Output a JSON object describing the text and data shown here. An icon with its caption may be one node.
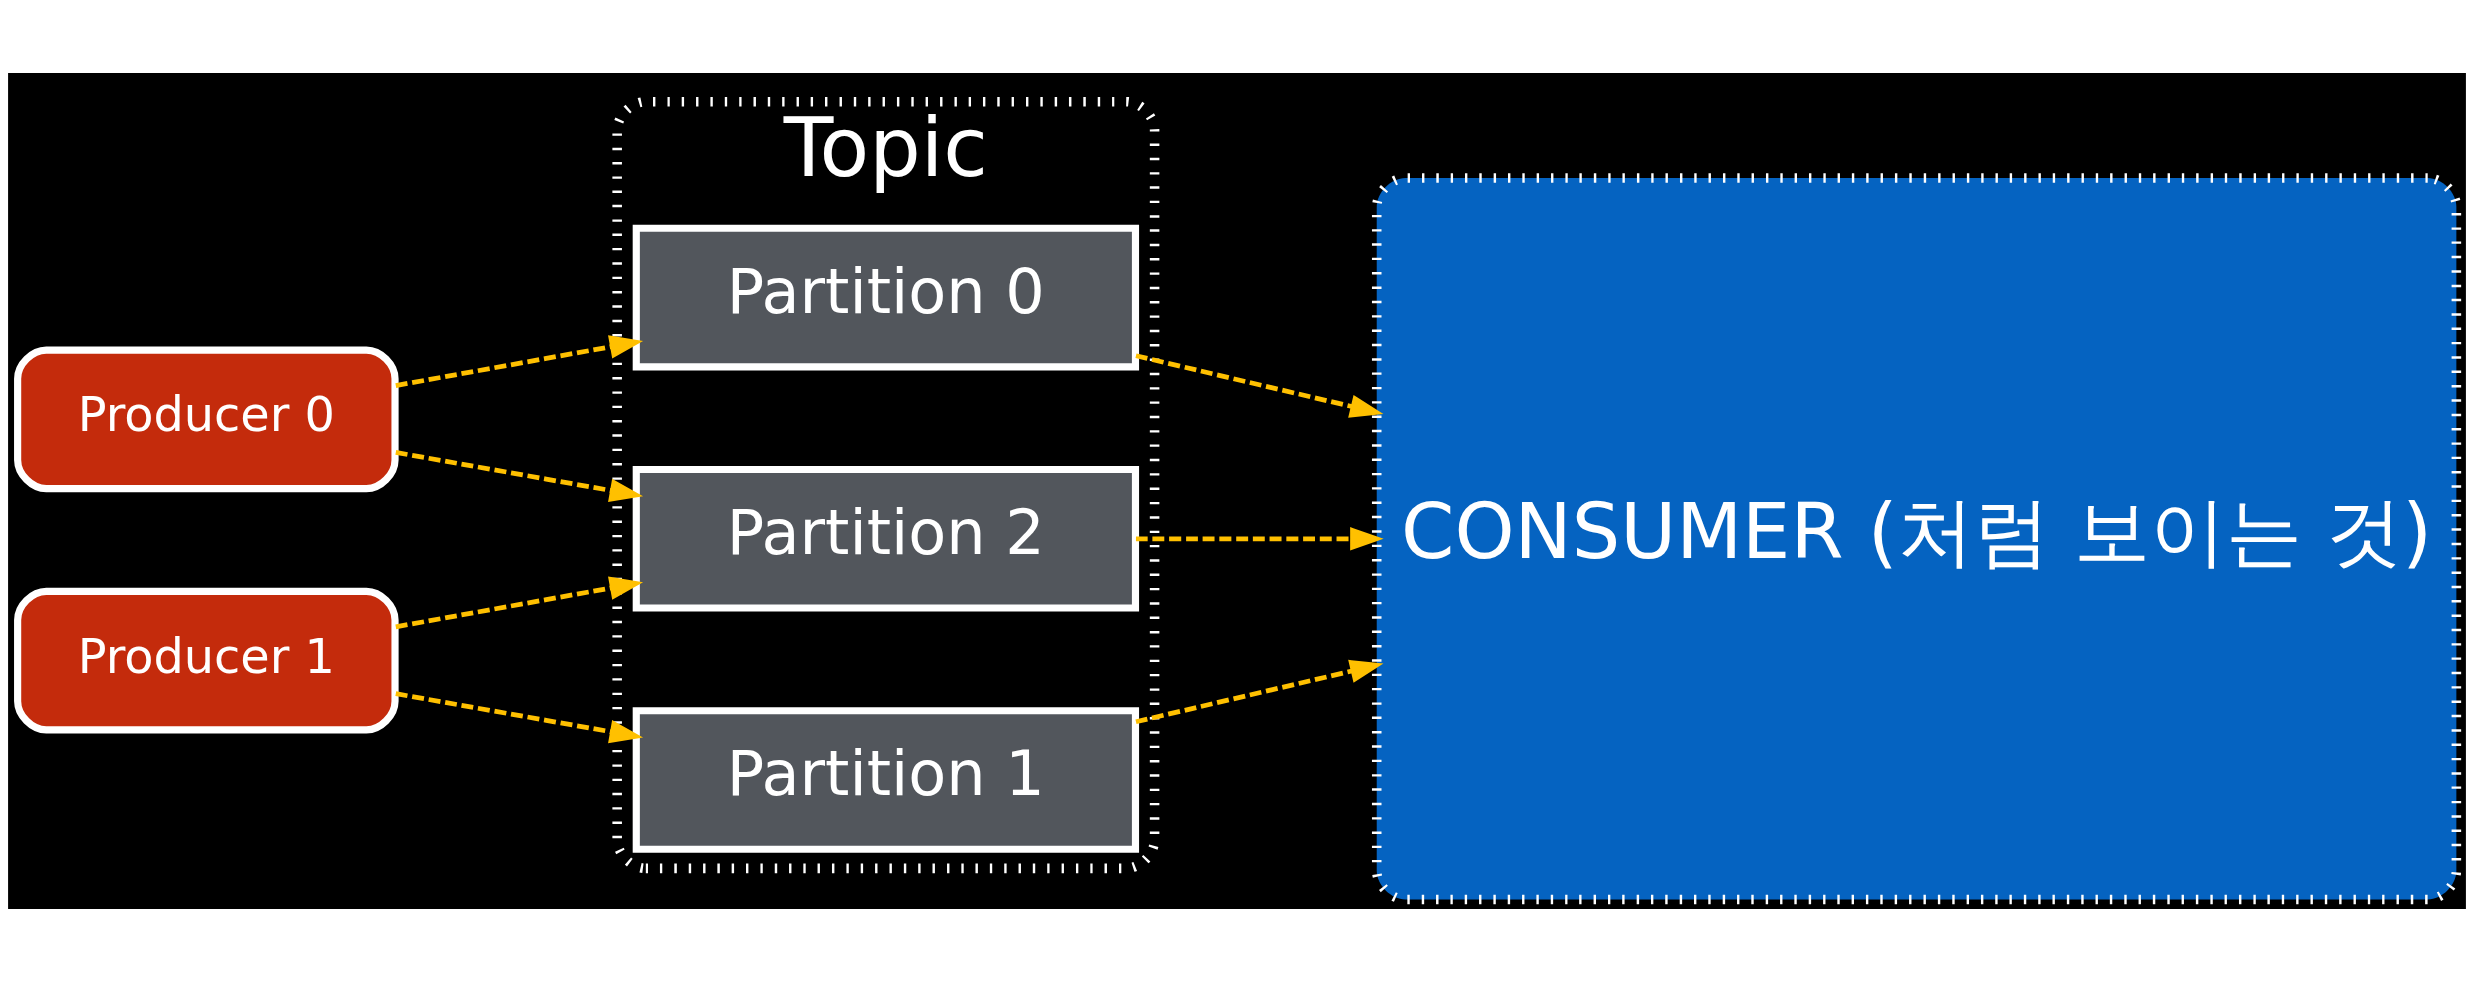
{
  "diagram": {
    "nodes": [
      {
        "text": [
          "Producer 0"
        ]
      },
      {
        "text": [
          "Producer 1"
        ]
      },
      {
        "text": [
          "Topic"
        ]
      },
      {
        "text": [
          "Partition 0"
        ],
        "in": 2
      },
      {
        "text": [
          "Partition 1"
        ],
        "in": 2
      },
      {
        "text": [
          "Partition 2"
        ],
        "in": 2
      },
      {
        "text": [
          "CONSUMER (처럼 보이는 것)"
        ]
      }
    ],
    "edges": [
      {
        "from": 0,
        "to": 3,
        "arrow": "to",
        "style": "dashed"
      },
      {
        "from": 0,
        "to": 5,
        "arrow": "to",
        "style": "dashed"
      },
      {
        "from": 1,
        "to": 4,
        "arrow": "to",
        "style": "dashed"
      },
      {
        "from": 1,
        "to": 5,
        "arrow": "to",
        "style": "dashed"
      },
      {
        "from": 3,
        "to": 6,
        "arrow": "to",
        "style": "dashed"
      },
      {
        "from": 4,
        "to": 6,
        "arrow": "to",
        "style": "dashed"
      },
      {
        "from": 5,
        "to": 6,
        "arrow": "to",
        "style": "dashed"
      }
    ]
  }
}
